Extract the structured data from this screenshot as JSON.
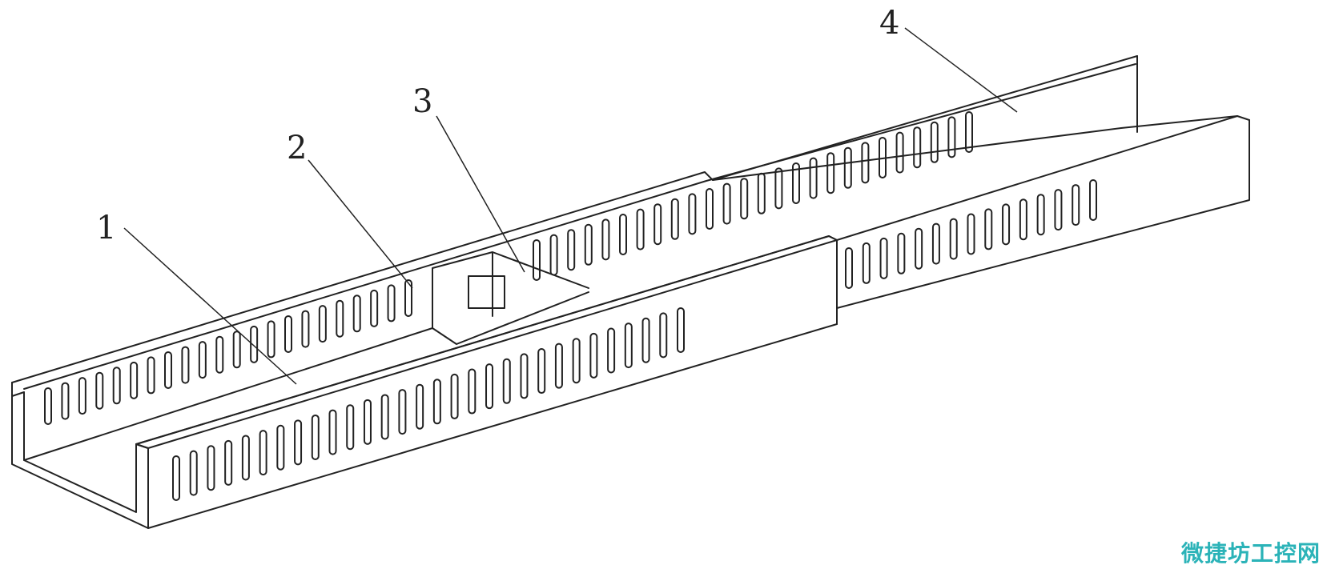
{
  "diagram": {
    "callouts": [
      "1",
      "2",
      "3",
      "4"
    ]
  },
  "colors": {
    "line": "#222222",
    "watermark": "#2bb3b8"
  },
  "watermark": {
    "text": "微捷坊工控网"
  }
}
